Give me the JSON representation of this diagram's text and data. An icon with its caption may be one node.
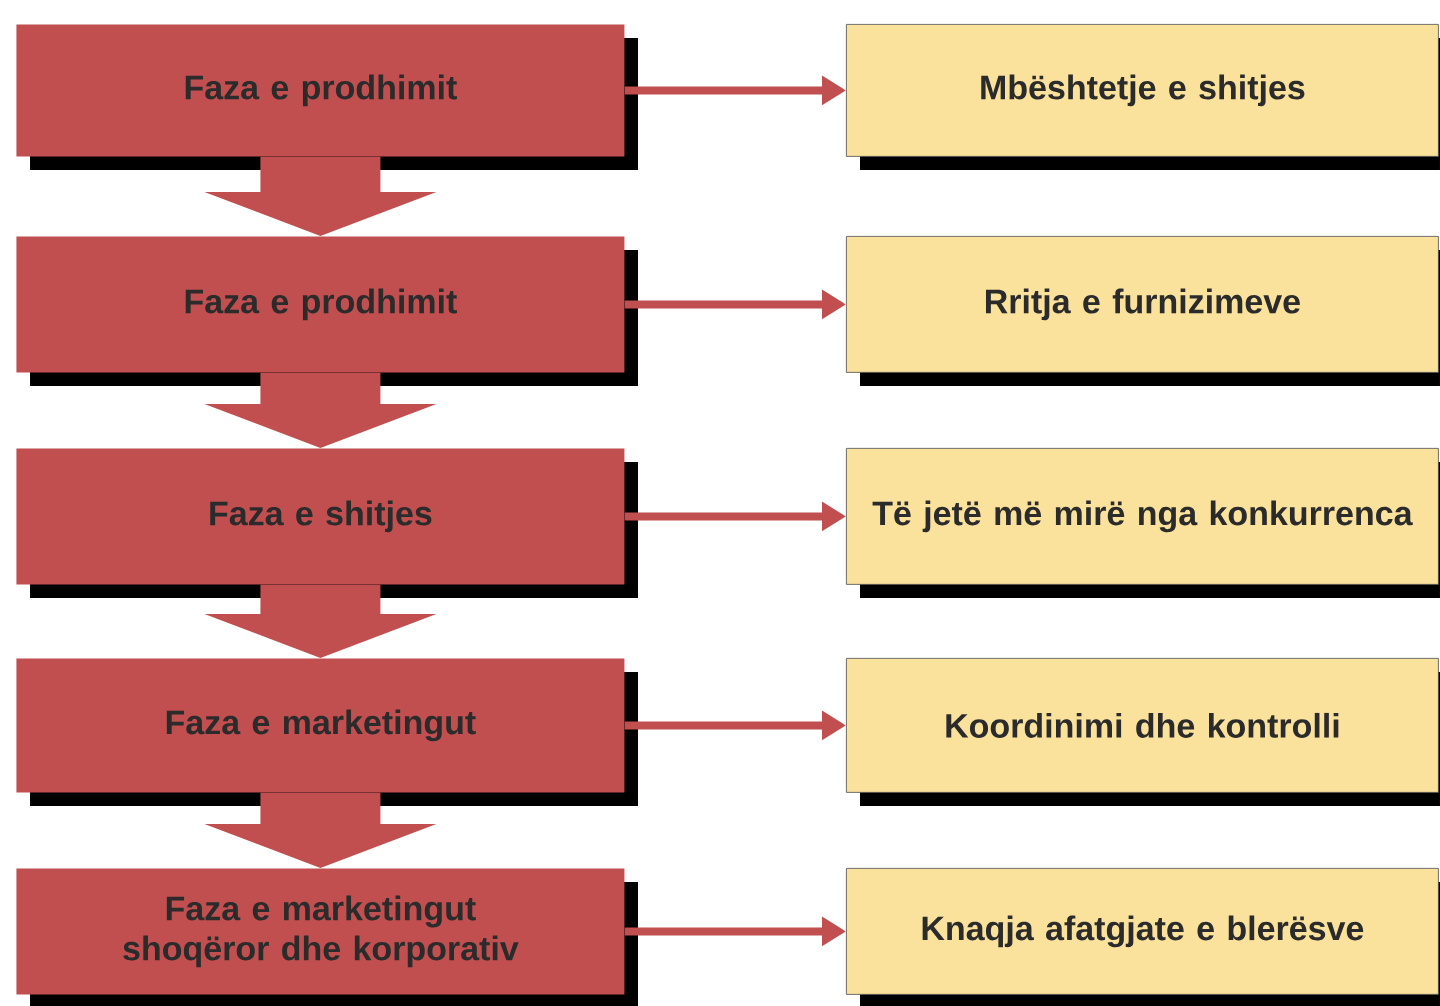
{
  "diagram": {
    "nodes": [
      {
        "text": [
          "Faza e prodhimit"
        ]
      },
      {
        "text": [
          "Mbështetje e shitjes"
        ]
      },
      {
        "text": [
          "Faza e prodhimit"
        ]
      },
      {
        "text": [
          "Rritja e furnizimeve"
        ]
      },
      {
        "text": [
          "Faza e shitjes"
        ]
      },
      {
        "text": [
          "Të jetë më mirë nga konkurrenca"
        ]
      },
      {
        "text": [
          "Faza e marketingut"
        ]
      },
      {
        "text": [
          "Koordinimi dhe kontrolli"
        ]
      },
      {
        "text": [
          "Faza e marketingut shoqëror dhe korporativ"
        ]
      },
      {
        "text": [
          "Knaqja afatgjate e blerësve"
        ]
      }
    ],
    "edges": [
      {
        "from": 0,
        "to": 1,
        "arrow": "to"
      },
      {
        "from": 2,
        "to": 3,
        "arrow": "to"
      },
      {
        "from": 4,
        "to": 5,
        "arrow": "to"
      },
      {
        "from": 6,
        "to": 7,
        "arrow": "to"
      },
      {
        "from": 8,
        "to": 9,
        "arrow": "to"
      },
      {
        "from": 0,
        "to": 2,
        "arrow": "to",
        "style": "thick"
      },
      {
        "from": 2,
        "to": 4,
        "arrow": "to",
        "style": "thick"
      },
      {
        "from": 4,
        "to": 6,
        "arrow": "to",
        "style": "thick"
      },
      {
        "from": 6,
        "to": 8,
        "arrow": "to",
        "style": "thick"
      }
    ]
  }
}
